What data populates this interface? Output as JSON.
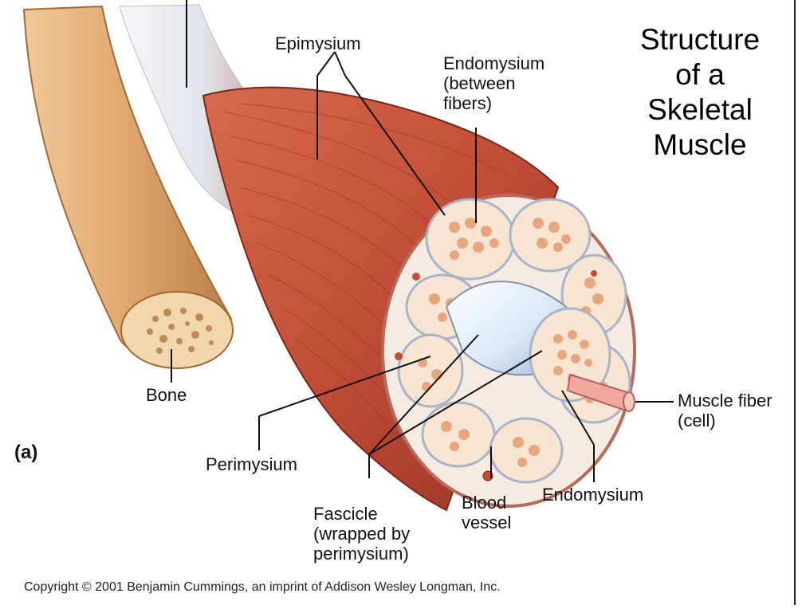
{
  "title_lines": [
    "Structure",
    "of a",
    "Skeletal",
    "Muscle"
  ],
  "panel_label": "(a)",
  "labels": {
    "epimysium": "Epimysium",
    "endomysium_top": "Endomysium\n(between\nfibers)",
    "bone": "Bone",
    "perimysium": "Perimysium",
    "fascicle": "Fascicle\n(wrapped by\nperimysium)",
    "blood_vessel": "Blood\nvessel",
    "endomysium_bottom": "Endomysium",
    "muscle_fiber": "Muscle fiber\n(cell)"
  },
  "copyright": "Copyright © 2001 Benjamin Cummings, an imprint of Addison Wesley Longman, Inc.",
  "colors": {
    "muscle": "#c0503a",
    "muscle_dark": "#8e2f22",
    "tendon": "#e9ecef",
    "bone": "#e3b27c",
    "connective": "#f4ece2",
    "fiber": "#e9a57d"
  }
}
